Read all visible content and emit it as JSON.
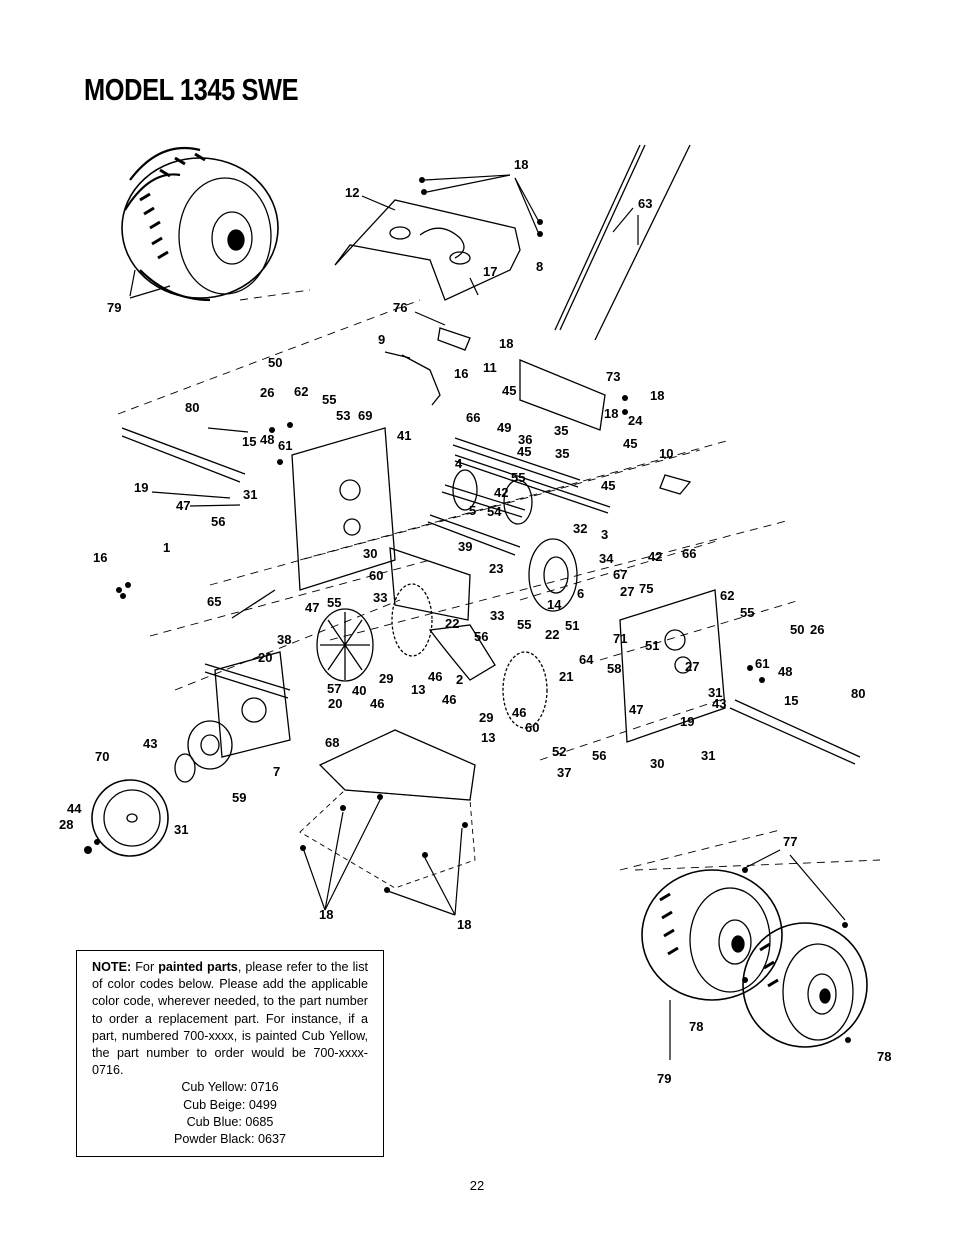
{
  "title": "MODEL 1345 SWE",
  "page_number": "22",
  "note": {
    "lead": "NOTE:",
    "pre": " For ",
    "bold": "painted parts",
    "post": ", please refer to the list of color codes below. Please add the applicable color code, wherever needed, to the part number to order a replacement part. For instance, if a part, numbered 700-xxxx, is painted Cub Yellow, the part number to order would be 700-xxxx-0716.",
    "codes": [
      "Cub Yellow: 0716",
      "Cub Beige: 0499",
      "Cub Blue: 0685",
      "Powder Black: 0637"
    ]
  },
  "callouts": [
    "1",
    "2",
    "3",
    "4",
    "5",
    "6",
    "7",
    "8",
    "9",
    "10",
    "11",
    "12",
    "13",
    "13",
    "14",
    "15",
    "15",
    "16",
    "16",
    "17",
    "18",
    "18",
    "18",
    "18",
    "18",
    "18",
    "19",
    "19",
    "20",
    "20",
    "21",
    "22",
    "22",
    "23",
    "24",
    "26",
    "26",
    "27",
    "27",
    "28",
    "29",
    "29",
    "30",
    "30",
    "31",
    "31",
    "31",
    "31",
    "32",
    "33",
    "33",
    "34",
    "35",
    "35",
    "36",
    "37",
    "38",
    "39",
    "40",
    "41",
    "42",
    "42",
    "43",
    "43",
    "44",
    "45",
    "45",
    "45",
    "45",
    "46",
    "46",
    "46",
    "46",
    "47",
    "47",
    "47",
    "48",
    "48",
    "49",
    "50",
    "50",
    "51",
    "51",
    "52",
    "53",
    "54",
    "55",
    "55",
    "55",
    "55",
    "55",
    "56",
    "56",
    "56",
    "57",
    "58",
    "59",
    "60",
    "60",
    "61",
    "61",
    "62",
    "62",
    "63",
    "64",
    "65",
    "66",
    "66",
    "67",
    "68",
    "69",
    "70",
    "71",
    "73",
    "75",
    "76",
    "77",
    "78",
    "78",
    "79",
    "79",
    "80",
    "80"
  ]
}
